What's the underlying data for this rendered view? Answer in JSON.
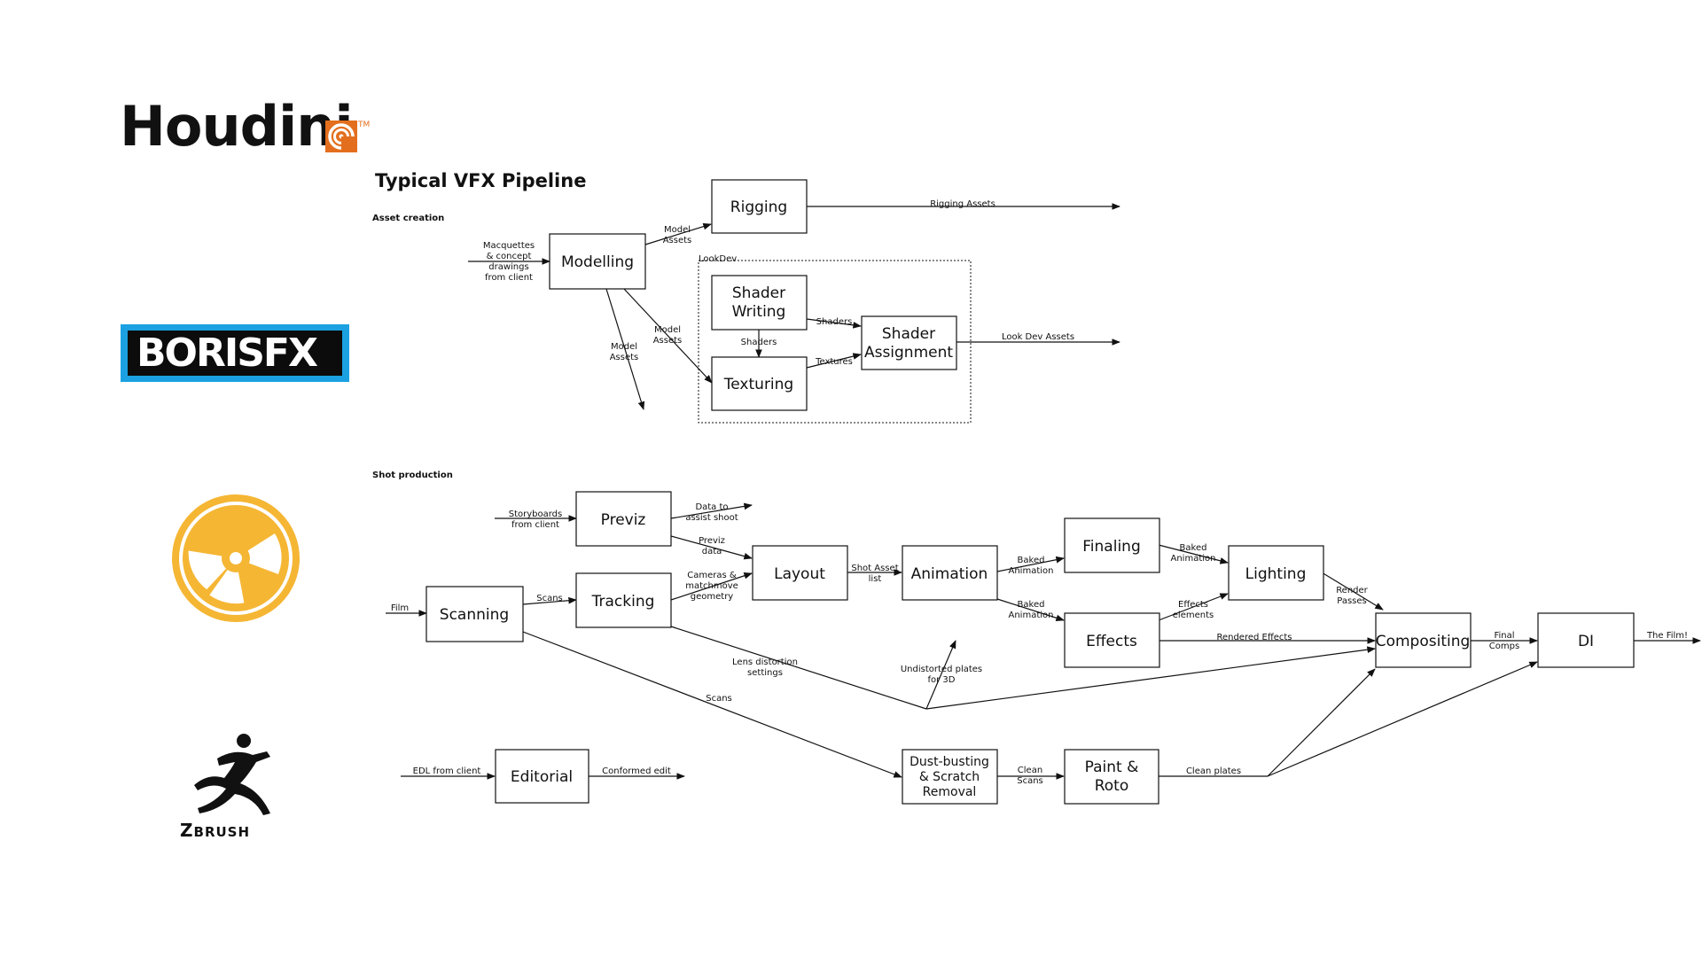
{
  "logos": {
    "houdini": "Houdini",
    "houdini_tm": "TM",
    "borisfx": "BORISFX",
    "nuke_icon": "nuke-icon",
    "zbrush_big": "Z",
    "zbrush_rest": "BRUSH",
    "colors": {
      "houdini_orange": "#e36f1e",
      "boris_blue": "#1ba1e2",
      "nuke_yellow": "#f5b634"
    }
  },
  "diagram": {
    "title": "Typical VFX Pipeline",
    "sections": {
      "asset_creation": "Asset creation",
      "shot_production": "Shot production",
      "lookdev": "LookDev"
    },
    "nodes": {
      "rigging": [
        "Rigging"
      ],
      "modelling": [
        "Modelling"
      ],
      "shader_writing": [
        "Shader",
        "Writing"
      ],
      "texturing": [
        "Texturing"
      ],
      "shader_assignment": [
        "Shader",
        "Assignment"
      ],
      "previz": [
        "Previz"
      ],
      "tracking": [
        "Tracking"
      ],
      "scanning": [
        "Scanning"
      ],
      "layout": [
        "Layout"
      ],
      "animation": [
        "Animation"
      ],
      "finaling": [
        "Finaling"
      ],
      "effects": [
        "Effects"
      ],
      "lighting": [
        "Lighting"
      ],
      "compositing": [
        "Compositing"
      ],
      "di": [
        "DI"
      ],
      "editorial": [
        "Editorial"
      ],
      "dust_busting": [
        "Dust-busting",
        "& Scratch",
        "Removal"
      ],
      "paint_roto": [
        "Paint &",
        "Roto"
      ]
    },
    "edge_labels": {
      "macquettes": [
        "Macquettes",
        "& concept",
        "drawings",
        "from client"
      ],
      "model_assets_rig": [
        "Model",
        "Assets"
      ],
      "rigging_assets": [
        "Rigging Assets"
      ],
      "model_assets_tex": [
        "Model",
        "Assets"
      ],
      "model_assets_down": [
        "Model",
        "Assets"
      ],
      "shaders_down": [
        "Shaders"
      ],
      "shaders_right": [
        "Shaders"
      ],
      "textures": [
        "Textures"
      ],
      "look_dev_assets": [
        "Look Dev Assets"
      ],
      "storyboards": [
        "Storyboards",
        "from client"
      ],
      "data_to_assist": [
        "Data to",
        "assist shoot"
      ],
      "previz_data": [
        "Previz",
        "data"
      ],
      "cameras": [
        "Cameras &",
        "matchmove",
        "geometry"
      ],
      "shot_asset_list": [
        "Shot Asset",
        "list"
      ],
      "film": [
        "Film"
      ],
      "scans_track": [
        "Scans"
      ],
      "baked_anim_fin": [
        "Baked",
        "Animation"
      ],
      "baked_anim_fx": [
        "Baked",
        "Animation"
      ],
      "baked_anim_light": [
        "Baked",
        "Animation"
      ],
      "effects_elements": [
        "Effects",
        "elements"
      ],
      "render_passes": [
        "Render",
        "Passes"
      ],
      "rendered_effects": [
        "Rendered Effects"
      ],
      "lens_distortion": [
        "Lens distortion",
        "settings"
      ],
      "undistorted": [
        "Undistorted plates",
        "for 3D"
      ],
      "scans_dust": [
        "Scans"
      ],
      "final_comps": [
        "Final",
        "Comps"
      ],
      "the_film": [
        "The Film!"
      ],
      "edl": [
        "EDL from client"
      ],
      "conformed": [
        "Conformed edit"
      ],
      "clean_scans": [
        "Clean",
        "Scans"
      ],
      "clean_plates": [
        "Clean plates"
      ]
    }
  }
}
